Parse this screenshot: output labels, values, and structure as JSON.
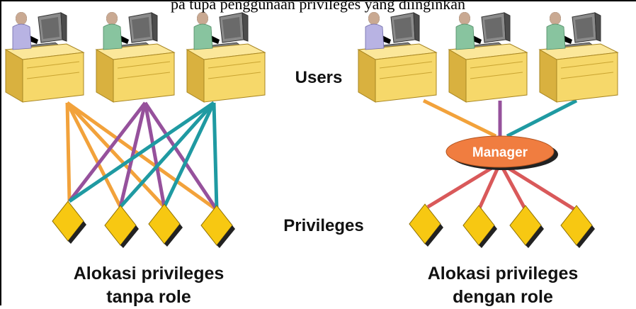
{
  "caption_top": "pa tupa penggunaan privileges yang diinginkan",
  "labels": {
    "users": "Users",
    "privileges": "Privileges",
    "manager": "Manager",
    "left_title_line1": "Alokasi privileges",
    "left_title_line2": "tanpa role",
    "right_title_line1": "Alokasi privileges",
    "right_title_line2": "dengan role"
  },
  "colors": {
    "desk": "#f6d86a",
    "desk_dark": "#c9a431",
    "privilege": "#f7c812",
    "line_orange": "#f2a23b",
    "line_purple": "#96519c",
    "line_teal": "#1f9aa2",
    "line_red": "#d9595a",
    "manager_fill": "#f07d40",
    "user_lilac": "#b8b3e3",
    "user_green": "#88c49f"
  },
  "icons": [
    "user-workstation-icon",
    "privilege-diamond-icon"
  ]
}
